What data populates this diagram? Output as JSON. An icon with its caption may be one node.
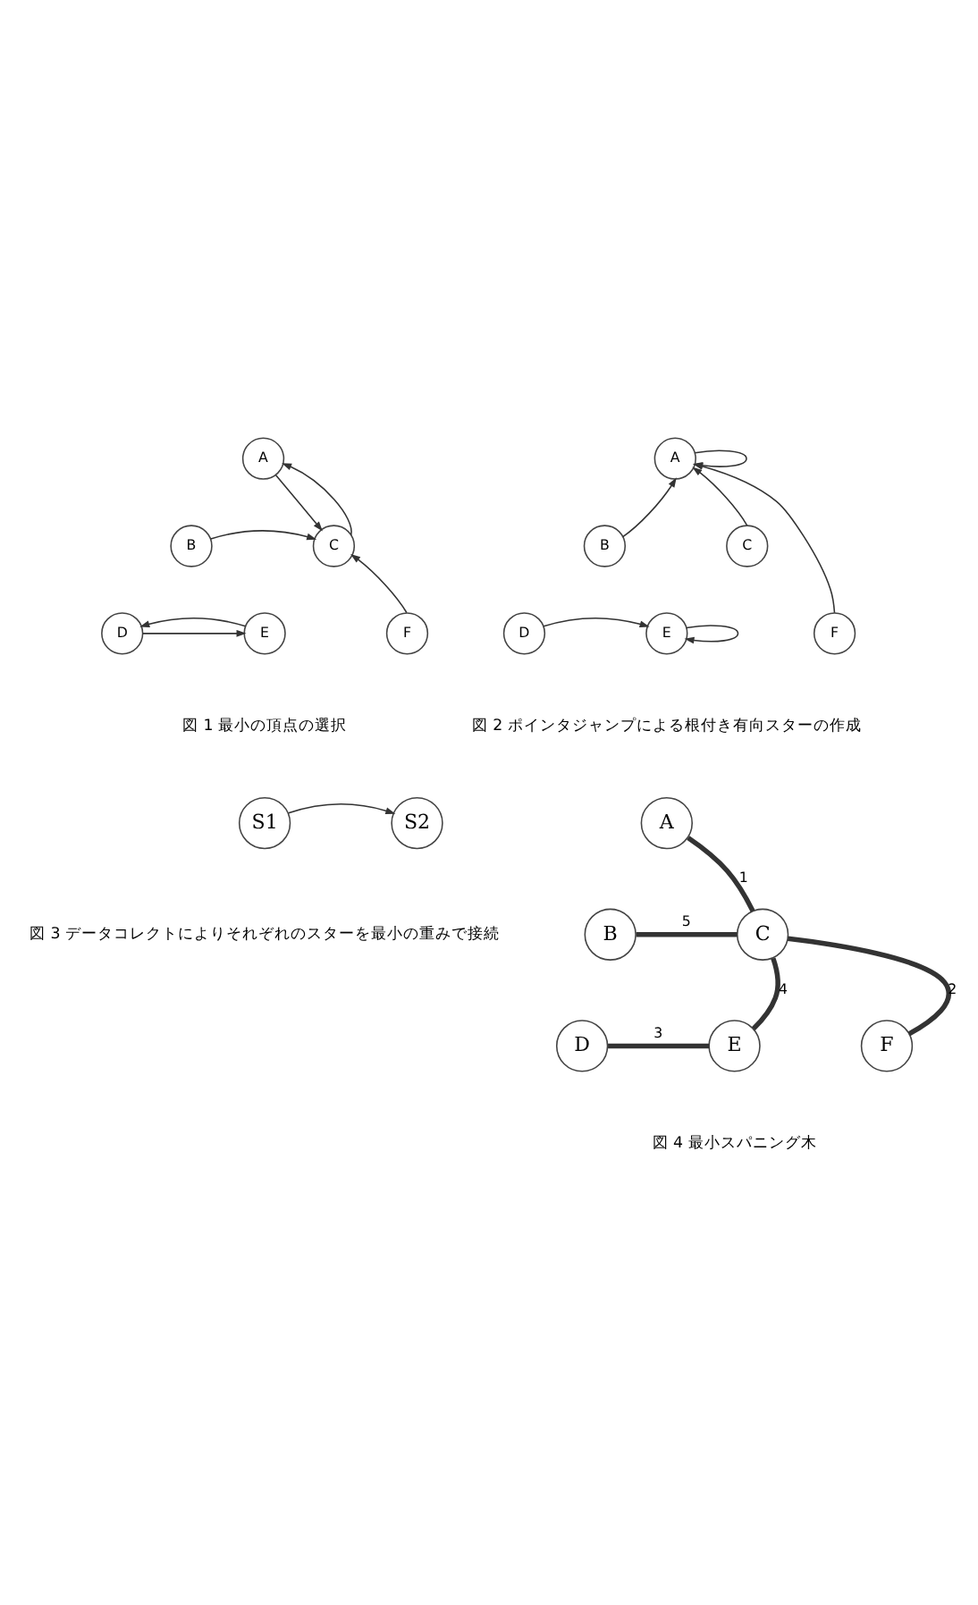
{
  "diagram": {
    "nodes": [
      {
        "text": [
          "A"
        ]
      },
      {
        "text": [
          "B"
        ]
      },
      {
        "text": [
          "C"
        ]
      },
      {
        "text": [
          "D"
        ]
      },
      {
        "text": [
          "E"
        ]
      },
      {
        "text": [
          "F"
        ]
      },
      {
        "text": [
          "A"
        ]
      },
      {
        "text": [
          "B"
        ]
      },
      {
        "text": [
          "C"
        ]
      },
      {
        "text": [
          "D"
        ]
      },
      {
        "text": [
          "E"
        ]
      },
      {
        "text": [
          "F"
        ]
      },
      {
        "text": [
          "S1"
        ]
      },
      {
        "text": [
          "S2"
        ]
      },
      {
        "text": [
          "A"
        ]
      },
      {
        "text": [
          "B"
        ]
      },
      {
        "text": [
          "C"
        ]
      },
      {
        "text": [
          "D"
        ]
      },
      {
        "text": [
          "E"
        ]
      },
      {
        "text": [
          "F"
        ]
      }
    ],
    "edges": [
      {
        "from": 0,
        "to": 2,
        "arrow": "to"
      },
      {
        "from": 2,
        "to": 0,
        "arrow": "to"
      },
      {
        "from": 1,
        "to": 2,
        "arrow": "to"
      },
      {
        "from": 5,
        "to": 2,
        "arrow": "to"
      },
      {
        "from": 3,
        "to": 4,
        "arrow": "to"
      },
      {
        "from": 4,
        "to": 3,
        "arrow": "to"
      },
      {
        "from": 6,
        "to": 6,
        "arrow": "to"
      },
      {
        "from": 7,
        "to": 6,
        "arrow": "to"
      },
      {
        "from": 8,
        "to": 6,
        "arrow": "to"
      },
      {
        "from": 11,
        "to": 6,
        "arrow": "to"
      },
      {
        "from": 9,
        "to": 10,
        "arrow": "to"
      },
      {
        "from": 10,
        "to": 10,
        "arrow": "to"
      },
      {
        "from": 12,
        "to": 13,
        "arrow": "to"
      },
      {
        "from": 14,
        "to": 16,
        "arrow": "none",
        "label": "1",
        "style": "thick"
      },
      {
        "from": 15,
        "to": 16,
        "arrow": "none",
        "label": "5",
        "style": "thick"
      },
      {
        "from": 16,
        "to": 18,
        "arrow": "none",
        "label": "4",
        "style": "thick"
      },
      {
        "from": 16,
        "to": 19,
        "arrow": "none",
        "label": "2",
        "style": "thick"
      },
      {
        "from": 17,
        "to": 18,
        "arrow": "none",
        "label": "3",
        "style": "thick"
      }
    ],
    "labels": [
      "図 1 最小の頂点の選択",
      "図 2 ポインタジャンプによる根付き有向スターの作成",
      "図 3 データコレクトによりそれぞれのスターを最小の重みで接続",
      "図 4 最小スパニング木"
    ]
  }
}
